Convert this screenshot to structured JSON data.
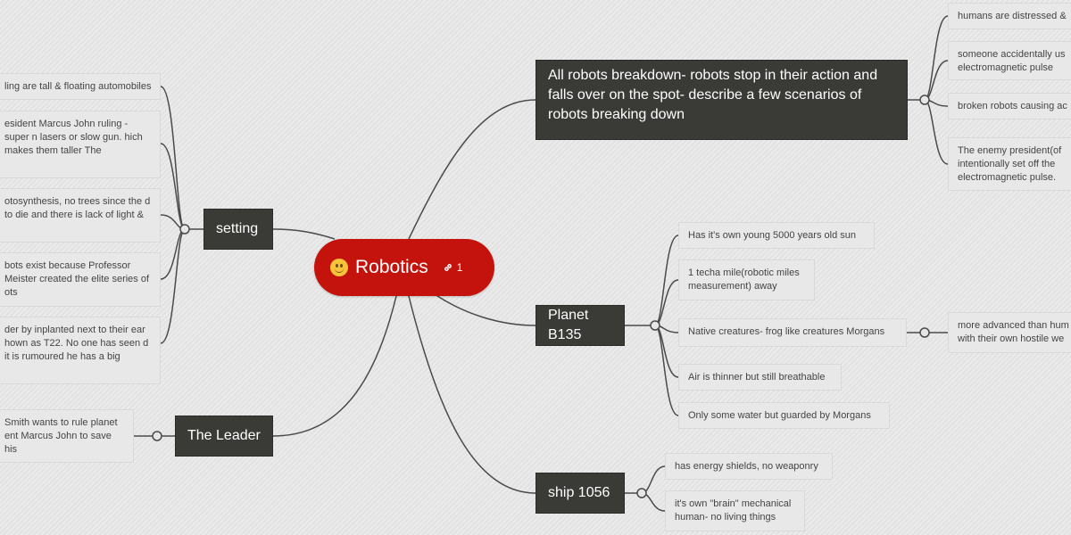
{
  "colors": {
    "background": "#e6e6e6",
    "central": "#c4130d",
    "branch": "#3a3b37",
    "leaf": "#e8e8e8",
    "connector": "#4a4a4a"
  },
  "central": {
    "icon": "smiley-face-icon",
    "title": "Robotics",
    "link_icon": "link-icon",
    "link_count": "1"
  },
  "branches": {
    "breakdown": {
      "title": "All robots breakdown- robots stop in their action and falls over on the spot- describe a few scenarios of robots breaking down",
      "children": [
        "humans are distressed &",
        "someone accidentally us electromagnetic pulse",
        "broken robots causing ac",
        "The enemy president(of intentionally set off the electromagnetic pulse."
      ]
    },
    "planet": {
      "title": "Planet B135",
      "children": [
        "Has it's own young 5000 years old sun",
        "1 techa mile(robotic miles measurement) away",
        "Native creatures- frog like creatures Morgans",
        "Air is thinner but still breathable",
        "Only some water but guarded by Morgans"
      ],
      "grandchild": "more advanced than hum with their own hostile we"
    },
    "ship": {
      "title": "ship 1056",
      "children": [
        "has energy shields, no weaponry",
        "it's own \"brain\" mechanical human- no living things"
      ]
    },
    "setting": {
      "title": "setting",
      "children": [
        "ling are tall & floating automobiles",
        "esident Marcus John ruling -super n lasers or slow gun. hich makes them taller The",
        "otosynthesis, no trees since the d to die and there is lack of light &",
        "bots exist because Professor Meister created the elite series of ots",
        "der by inplanted next to their ear hown as T22. No one has seen d it is rumoured he has a big"
      ]
    },
    "leader": {
      "title": "The Leader",
      "children": [
        "Smith wants to rule planet ent Marcus John to save his"
      ]
    }
  }
}
